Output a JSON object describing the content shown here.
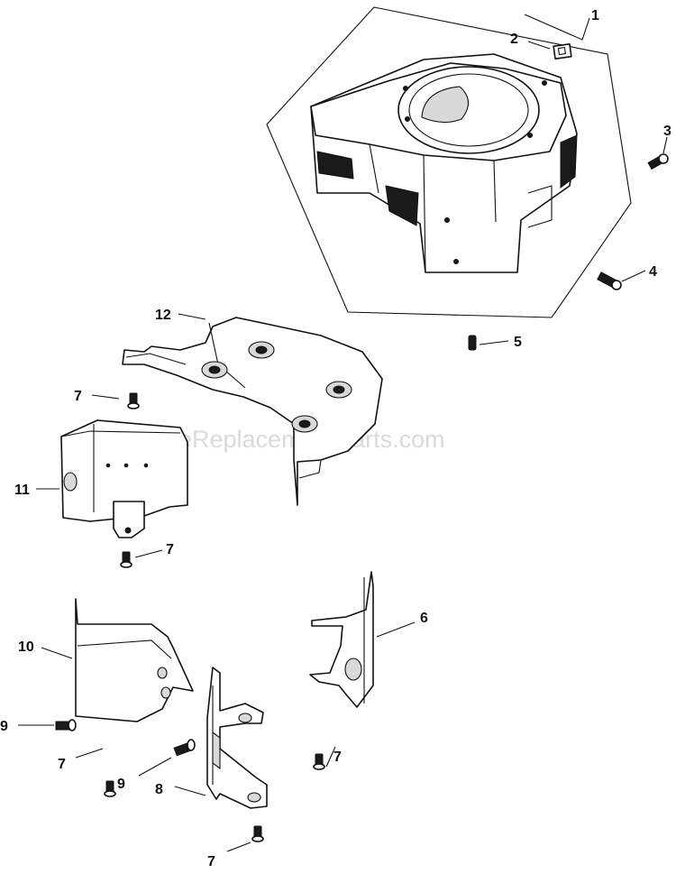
{
  "watermark": "eReplacementParts.com",
  "callouts": [
    {
      "id": "c1",
      "label": "1"
    },
    {
      "id": "c2",
      "label": "2"
    },
    {
      "id": "c3",
      "label": "3"
    },
    {
      "id": "c4",
      "label": "4"
    },
    {
      "id": "c5",
      "label": "5"
    },
    {
      "id": "c6",
      "label": "6"
    },
    {
      "id": "c7a",
      "label": "7"
    },
    {
      "id": "c7b",
      "label": "7"
    },
    {
      "id": "c7c",
      "label": "7"
    },
    {
      "id": "c7d",
      "label": "7"
    },
    {
      "id": "c7e",
      "label": "7"
    },
    {
      "id": "c8",
      "label": "8"
    },
    {
      "id": "c9a",
      "label": "9"
    },
    {
      "id": "c9b",
      "label": "9"
    },
    {
      "id": "c10",
      "label": "10"
    },
    {
      "id": "c11",
      "label": "11"
    },
    {
      "id": "c12",
      "label": "12"
    }
  ]
}
